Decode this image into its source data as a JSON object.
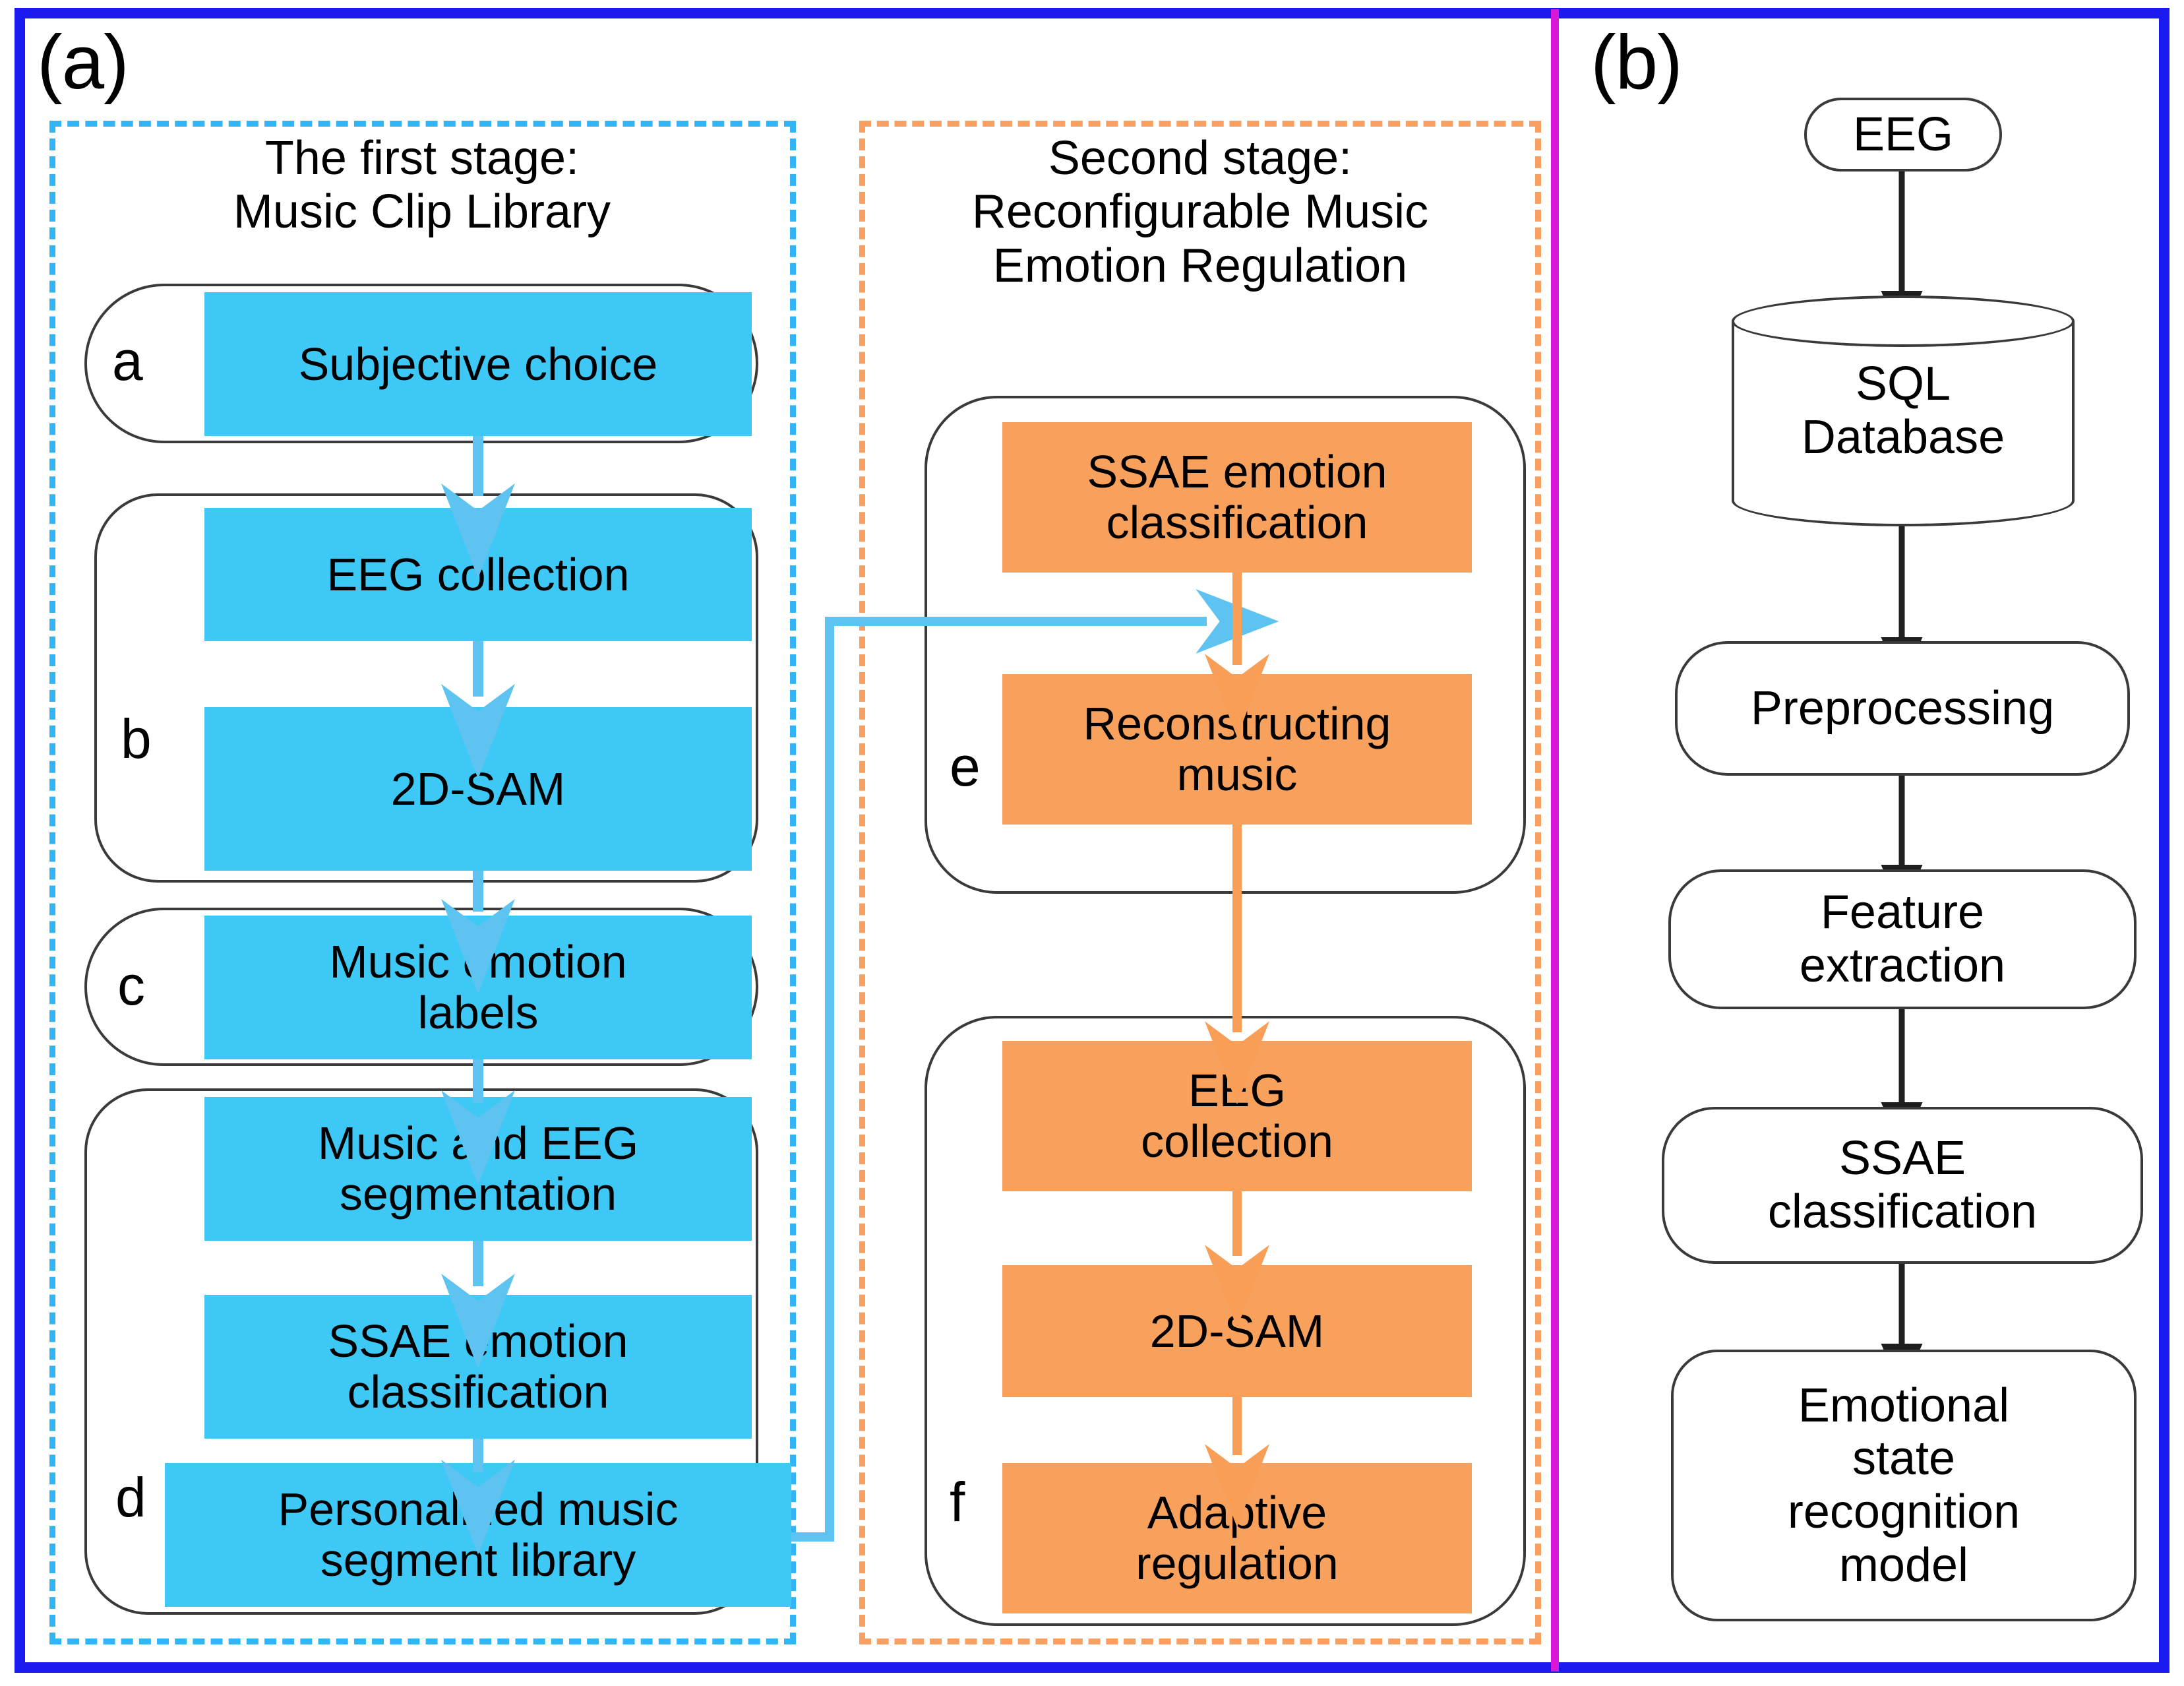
{
  "figure": {
    "panel_a_letter": "(a)",
    "panel_b_letter": "(b)"
  },
  "colors": {
    "outer_frame": "#1a1aee",
    "panel_divider": "#d817d8",
    "stage_one_dash": "#33b5f5",
    "stage_two_dash": "#f7a061",
    "chip_blue": "#3ec8f5",
    "chip_orange": "#f8a15c",
    "node_stroke": "#3a3a3a"
  },
  "stage_one": {
    "title": "The first stage:\nMusic Clip Library",
    "groups": [
      {
        "letter": "a",
        "steps": [
          "Subjective choice"
        ]
      },
      {
        "letter": "b",
        "steps": [
          "EEG collection",
          "2D-SAM"
        ]
      },
      {
        "letter": "c",
        "steps": [
          "Music emotion\nlabels"
        ]
      },
      {
        "letter": "d",
        "steps": [
          "Music and EEG\nsegmentation",
          "SSAE emotion\nclassification",
          "Personalized music\nsegment library"
        ]
      }
    ]
  },
  "stage_two": {
    "title": "Second stage:\nReconfigurable Music\nEmotion Regulation",
    "groups": [
      {
        "letter": "e",
        "steps": [
          "SSAE emotion\nclassification",
          "Reconstructing\nmusic"
        ]
      },
      {
        "letter": "f",
        "steps": [
          "EEG\ncollection",
          "2D-SAM",
          "Adaptive\nregulation"
        ]
      }
    ]
  },
  "panel_b": {
    "nodes": [
      {
        "id": "eeg",
        "label": "EEG",
        "shape": "stadium"
      },
      {
        "id": "database",
        "label": "SQL\nDatabase",
        "shape": "cylinder"
      },
      {
        "id": "preprocessing",
        "label": "Preprocessing",
        "shape": "rounded"
      },
      {
        "id": "feature",
        "label": "Feature\nextraction",
        "shape": "rounded"
      },
      {
        "id": "ssae",
        "label": "SSAE\nclassification",
        "shape": "rounded"
      },
      {
        "id": "emotional",
        "label": "Emotional\nstate\nrecognition\nmodel",
        "shape": "rounded"
      }
    ]
  }
}
